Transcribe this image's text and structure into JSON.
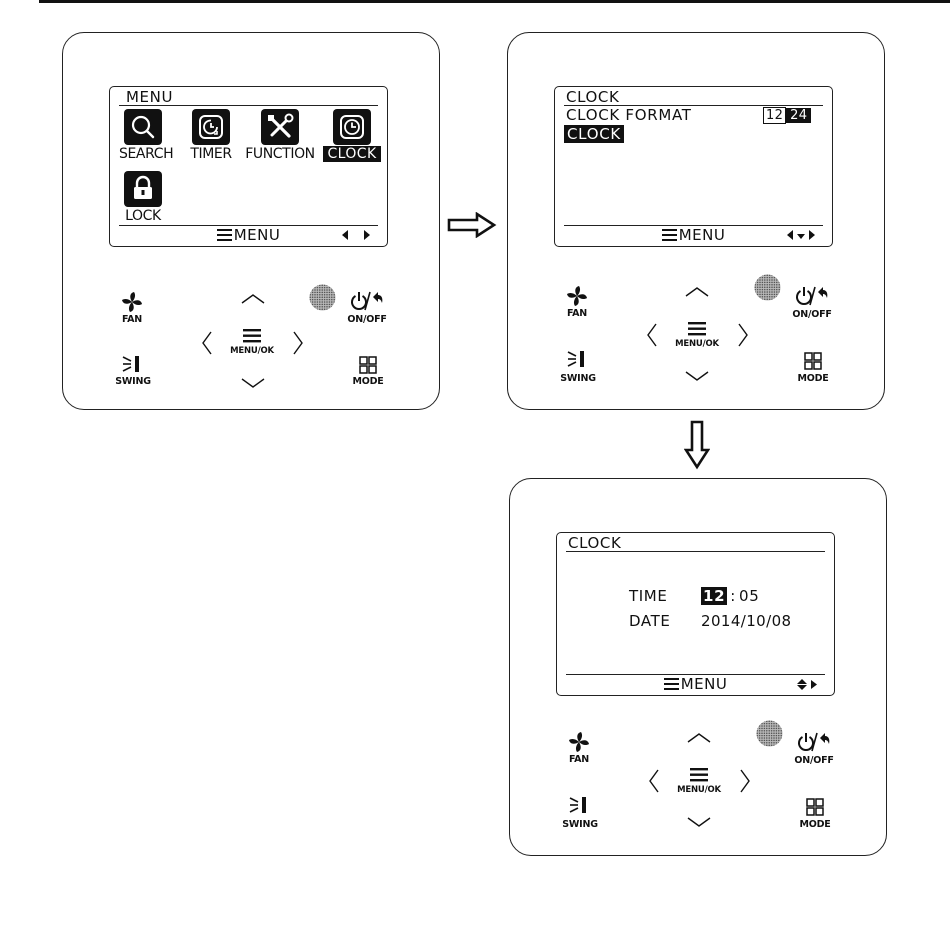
{
  "remote_buttons": {
    "fan": "FAN",
    "swing": "SWING",
    "menu_ok": "MENU/OK",
    "on_off": "ON/OFF",
    "mode": "MODE"
  },
  "panel_main_menu": {
    "title": "MENU",
    "items": [
      {
        "label": "SEARCH",
        "icon": "search-icon"
      },
      {
        "label": "TIMER",
        "icon": "timer-icon"
      },
      {
        "label": "FUNCTION",
        "icon": "function-icon"
      },
      {
        "label": "CLOCK",
        "icon": "clock-icon",
        "selected": true
      },
      {
        "label": "LOCK",
        "icon": "lock-icon"
      }
    ],
    "footer": "MENU",
    "nav_hint": "left-right-arrows"
  },
  "panel_clock_menu": {
    "title": "CLOCK",
    "rows": [
      {
        "label": "CLOCK FORMAT",
        "options": [
          "12",
          "24"
        ],
        "selected": "24"
      },
      {
        "label": "CLOCK",
        "selected": true
      }
    ],
    "footer": "MENU",
    "nav_hint": "left-down-right-arrows"
  },
  "panel_clock_set": {
    "title": "CLOCK",
    "time_label": "TIME",
    "time_hour": "12",
    "time_sep": ":",
    "time_minute": "05",
    "date_label": "DATE",
    "date_value": "2014/10/08",
    "footer": "MENU",
    "nav_hint": "up-down-right-arrows"
  },
  "colors": {
    "ink": "#111111",
    "background": "#ffffff"
  }
}
